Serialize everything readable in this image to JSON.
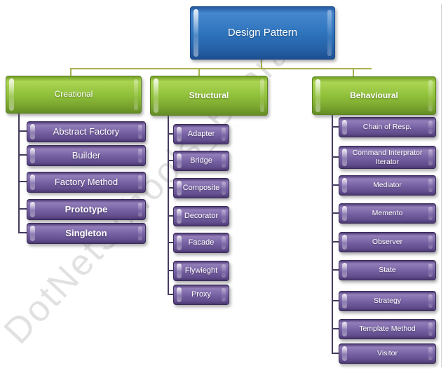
{
  "watermark": {
    "text": "DotNetSchools_Bharati"
  },
  "root": {
    "label": "Design Pattern"
  },
  "columns": [
    {
      "id": "creational",
      "label": "Creational",
      "items": [
        "Abstract Factory",
        "Builder",
        "Factory Method",
        "Prototype",
        "Singleton"
      ]
    },
    {
      "id": "structural",
      "label": "Structural",
      "items": [
        "Adapter",
        "Bridge",
        "Composite",
        "Decorator",
        "Facade",
        "Flywieght",
        "Proxy"
      ]
    },
    {
      "id": "behavioural",
      "label": "Behavioural",
      "items": [
        "Chain of Resp.",
        "Command Interprator Iterator",
        "Mediator",
        "Memento",
        "Observer",
        "State",
        "Strategy",
        "Template Method",
        "Visitor"
      ]
    }
  ],
  "colors": {
    "root_blue": "#2e74bd",
    "category_green": "#8fc03a",
    "item_purple": "#7661a3",
    "connector_olive": "#a8b14e",
    "connector_purple": "#463a5e",
    "watermark_gray": "#8f8f8f",
    "text_white": "#ffffff"
  }
}
